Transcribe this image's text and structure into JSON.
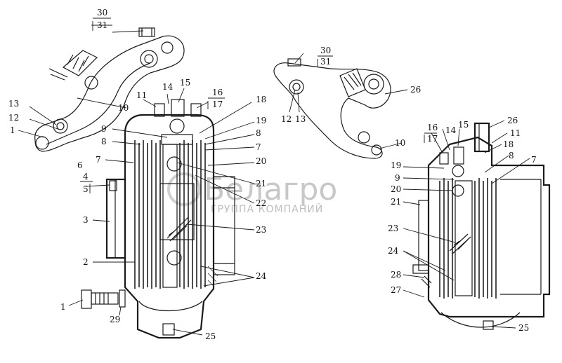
{
  "watermark": {
    "brand": "Белагро",
    "subtitle": "ГРУППА КОМПАНИЙ"
  },
  "left_labels": [
    "1",
    "2",
    "3",
    "4",
    "5",
    "6",
    "7",
    "8",
    "9",
    "10",
    "11",
    "12",
    "13",
    "14",
    "15",
    "16",
    "17",
    "18",
    "19",
    "20",
    "21",
    "22",
    "23",
    "24",
    "25",
    "29",
    "30",
    "31"
  ],
  "right_labels": [
    "7",
    "8",
    "9",
    "10",
    "11",
    "12",
    "13",
    "14",
    "15",
    "16",
    "17",
    "18",
    "19",
    "20",
    "21",
    "23",
    "24",
    "25",
    "26",
    "27",
    "28",
    "30",
    "31"
  ]
}
